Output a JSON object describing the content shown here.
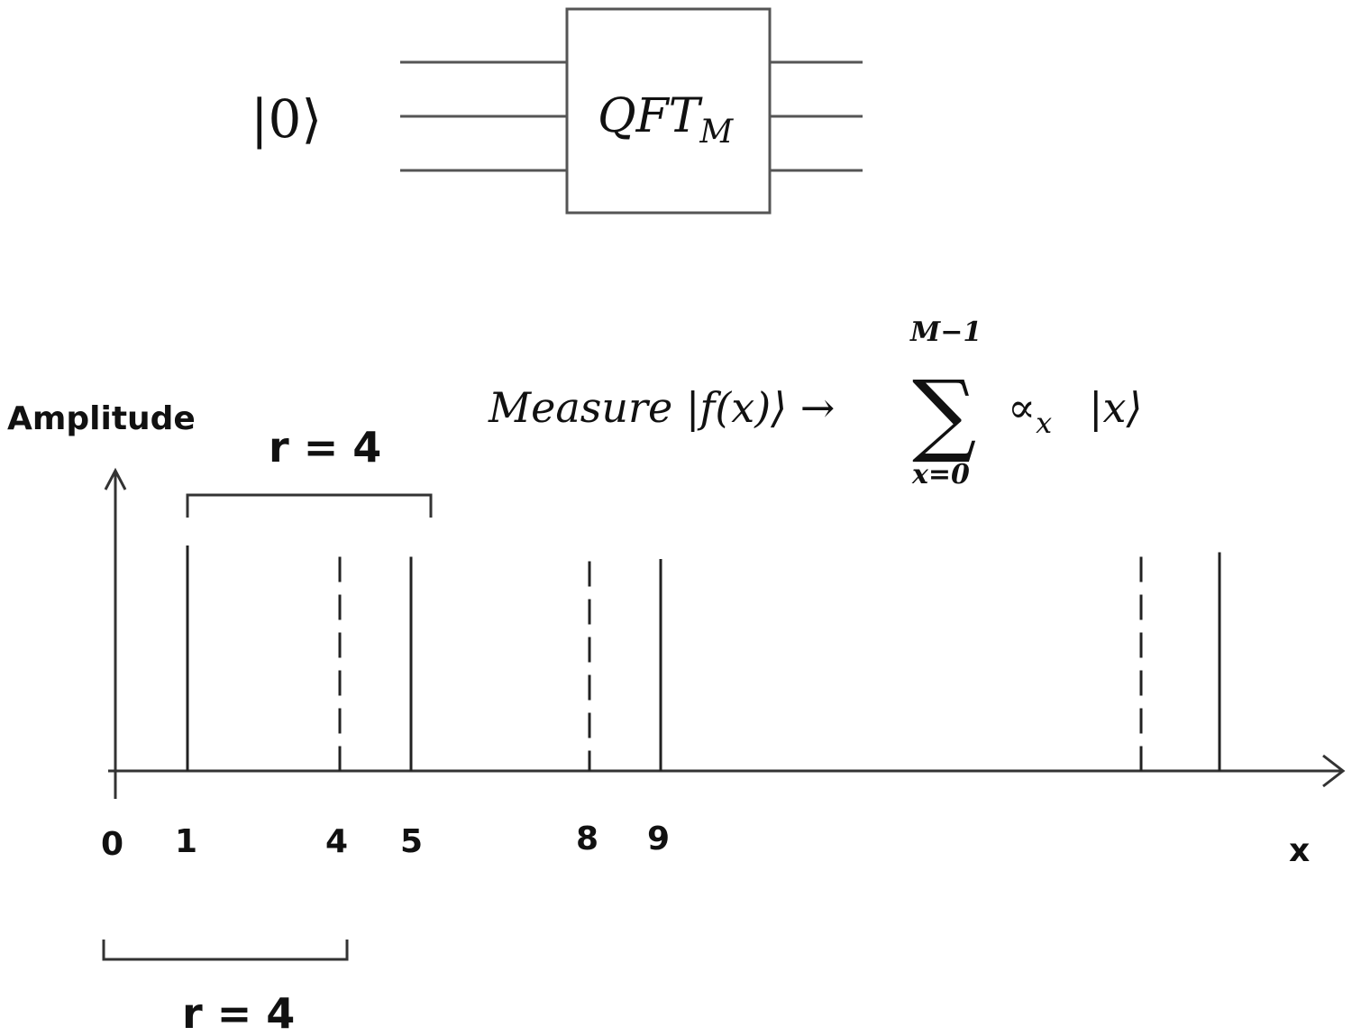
{
  "circuit": {
    "input_ket": "|0⟩",
    "gate_label": "QFT",
    "gate_subscript": "M"
  },
  "formula": {
    "prefix": "Measure |f(x)⟩ →",
    "sum_upper": "M−1",
    "sum_lower": "x=0",
    "alpha": "∝",
    "alpha_sub": "x",
    "ket": "|x⟩"
  },
  "axes": {
    "ylabel": "Amplitude",
    "xlabel": "x",
    "origin_label": "0"
  },
  "period_labels": {
    "top": "r = 4",
    "bottom": "r = 4"
  },
  "spikes": {
    "solid": [
      {
        "label": "1",
        "rel_height": 1.0
      },
      {
        "label": "5",
        "rel_height": 0.95
      },
      {
        "label": "9",
        "rel_height": 0.94
      },
      {
        "label": "",
        "rel_height": 0.97
      }
    ],
    "dashed": [
      {
        "label": "4",
        "rel_height": 0.95
      },
      {
        "label": "8",
        "rel_height": 0.93
      },
      {
        "label": "",
        "rel_height": 0.95
      }
    ]
  },
  "colors": {
    "line": "#333333",
    "wire": "#555555"
  }
}
